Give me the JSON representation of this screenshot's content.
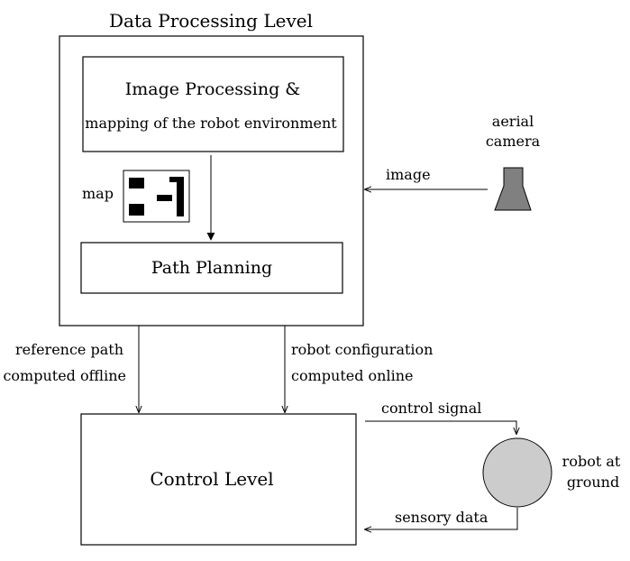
{
  "diagram": {
    "data_level_title": "Data Processing Level",
    "image_processing": {
      "line1": "Image Processing  &",
      "line2": "mapping of the robot environment"
    },
    "map_label": "map",
    "path_planning": "Path Planning",
    "camera_label": {
      "line1": "aerial",
      "line2": "camera"
    },
    "image_label": "image",
    "reference_path": {
      "line1": "reference path",
      "line2": "computed offline"
    },
    "robot_configuration": {
      "line1": "robot configuration",
      "line2": "computed online"
    },
    "control_level": "Control Level",
    "control_signal": "control signal",
    "sensory_data": "sensory data",
    "robot_label": {
      "line1": "robot at",
      "line2": "ground"
    }
  },
  "colors": {
    "camera_fill": "#808080",
    "robot_fill": "#cccccc",
    "stroke": "#000000"
  }
}
